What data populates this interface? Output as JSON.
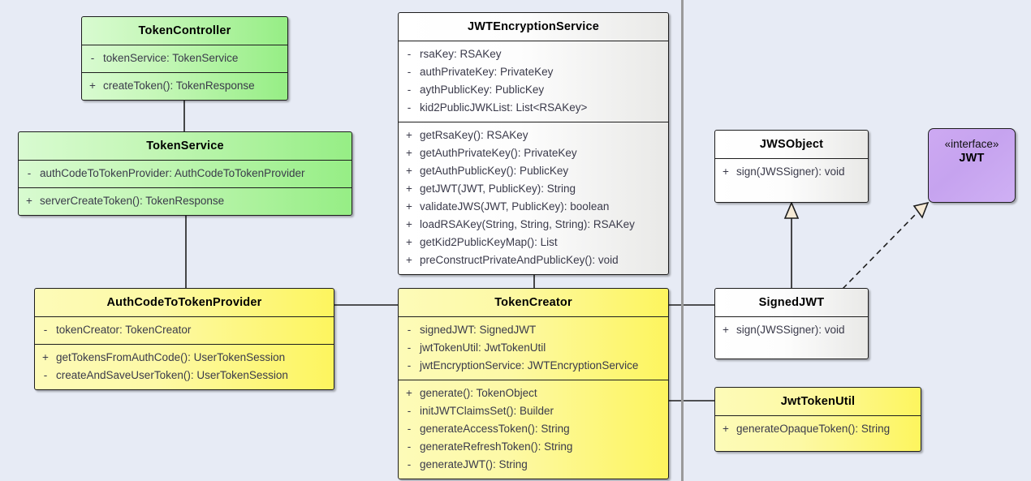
{
  "diagram": {
    "type": "uml-class-diagram",
    "background_color": "#e7ebf5",
    "divider_color": "#9a9a9a"
  },
  "classes": {
    "token_controller": {
      "name": "TokenController",
      "stereotype": "",
      "color": "#96ee85",
      "attributes": [
        {
          "visibility": "-",
          "signature": "tokenService: TokenService"
        }
      ],
      "operations": [
        {
          "visibility": "+",
          "signature": "createToken(): TokenResponse"
        }
      ]
    },
    "token_service": {
      "name": "TokenService",
      "stereotype": "",
      "color": "#96ee85",
      "attributes": [
        {
          "visibility": "-",
          "signature": "authCodeToTokenProvider: AuthCodeToTokenProvider"
        }
      ],
      "operations": [
        {
          "visibility": "+",
          "signature": "serverCreateToken(): TokenResponse"
        }
      ]
    },
    "auth_code_to_token_provider": {
      "name": "AuthCodeToTokenProvider",
      "stereotype": "",
      "color": "#fdf55e",
      "attributes": [
        {
          "visibility": "-",
          "signature": "tokenCreator: TokenCreator"
        }
      ],
      "operations": [
        {
          "visibility": "+",
          "signature": "getTokensFromAuthCode(): UserTokenSession"
        },
        {
          "visibility": "-",
          "signature": "createAndSaveUserToken(): UserTokenSession"
        }
      ]
    },
    "jwt_encryption_service": {
      "name": "JWTEncryptionService",
      "stereotype": "",
      "color": "#ffffff",
      "attributes": [
        {
          "visibility": "-",
          "signature": "rsaKey: RSAKey"
        },
        {
          "visibility": "-",
          "signature": "authPrivateKey: PrivateKey"
        },
        {
          "visibility": "-",
          "signature": "aythPublicKey: PublicKey"
        },
        {
          "visibility": "-",
          "signature": "kid2PublicJWKList: List<RSAKey>"
        }
      ],
      "operations": [
        {
          "visibility": "+",
          "signature": "getRsaKey(): RSAKey"
        },
        {
          "visibility": "+",
          "signature": "getAuthPrivateKey(): PrivateKey"
        },
        {
          "visibility": "+",
          "signature": "getAuthPublicKey(): PublicKey"
        },
        {
          "visibility": "+",
          "signature": "getJWT(JWT, PublicKey): String"
        },
        {
          "visibility": "+",
          "signature": "validateJWS(JWT, PublicKey): boolean"
        },
        {
          "visibility": "+",
          "signature": "loadRSAKey(String, String, String): RSAKey"
        },
        {
          "visibility": "+",
          "signature": "getKid2PublicKeyMap(): List"
        },
        {
          "visibility": "+",
          "signature": "preConstructPrivateAndPublicKey(): void"
        }
      ]
    },
    "token_creator": {
      "name": "TokenCreator",
      "stereotype": "",
      "color": "#fdf55e",
      "attributes": [
        {
          "visibility": "-",
          "signature": "signedJWT: SignedJWT"
        },
        {
          "visibility": "-",
          "signature": "jwtTokenUtil: JwtTokenUtil"
        },
        {
          "visibility": "-",
          "signature": "jwtEncryptionService: JWTEncryptionService"
        }
      ],
      "operations": [
        {
          "visibility": "+",
          "signature": "generate(): TokenObject"
        },
        {
          "visibility": "-",
          "signature": "initJWTClaimsSet(): Builder"
        },
        {
          "visibility": "-",
          "signature": "generateAccessToken(): String"
        },
        {
          "visibility": "-",
          "signature": "generateRefreshToken(): String"
        },
        {
          "visibility": "-",
          "signature": "generateJWT(): String"
        }
      ]
    },
    "jws_object": {
      "name": "JWSObject",
      "stereotype": "",
      "color": "#ffffff",
      "attributes": [],
      "operations": [
        {
          "visibility": "+",
          "signature": "sign(JWSSigner): void"
        }
      ]
    },
    "jwt_interface": {
      "name": "JWT",
      "stereotype": "«interface»",
      "color": "#c6a3ef",
      "attributes": [],
      "operations": []
    },
    "signed_jwt": {
      "name": "SignedJWT",
      "stereotype": "",
      "color": "#ffffff",
      "attributes": [],
      "operations": [
        {
          "visibility": "+",
          "signature": "sign(JWSSigner): void"
        }
      ]
    },
    "jwt_token_util": {
      "name": "JwtTokenUtil",
      "stereotype": "",
      "color": "#fdf55e",
      "attributes": [],
      "operations": [
        {
          "visibility": "+",
          "signature": "generateOpaqueToken(): String"
        }
      ]
    }
  },
  "relationships": [
    {
      "from": "TokenController",
      "to": "TokenService",
      "kind": "association"
    },
    {
      "from": "TokenService",
      "to": "AuthCodeToTokenProvider",
      "kind": "association"
    },
    {
      "from": "AuthCodeToTokenProvider",
      "to": "TokenCreator",
      "kind": "association"
    },
    {
      "from": "JWTEncryptionService",
      "to": "TokenCreator",
      "kind": "association"
    },
    {
      "from": "TokenCreator",
      "to": "SignedJWT",
      "kind": "association"
    },
    {
      "from": "TokenCreator",
      "to": "JwtTokenUtil",
      "kind": "association"
    },
    {
      "from": "SignedJWT",
      "to": "JWSObject",
      "kind": "generalization"
    },
    {
      "from": "SignedJWT",
      "to": "JWT",
      "kind": "realization"
    }
  ]
}
